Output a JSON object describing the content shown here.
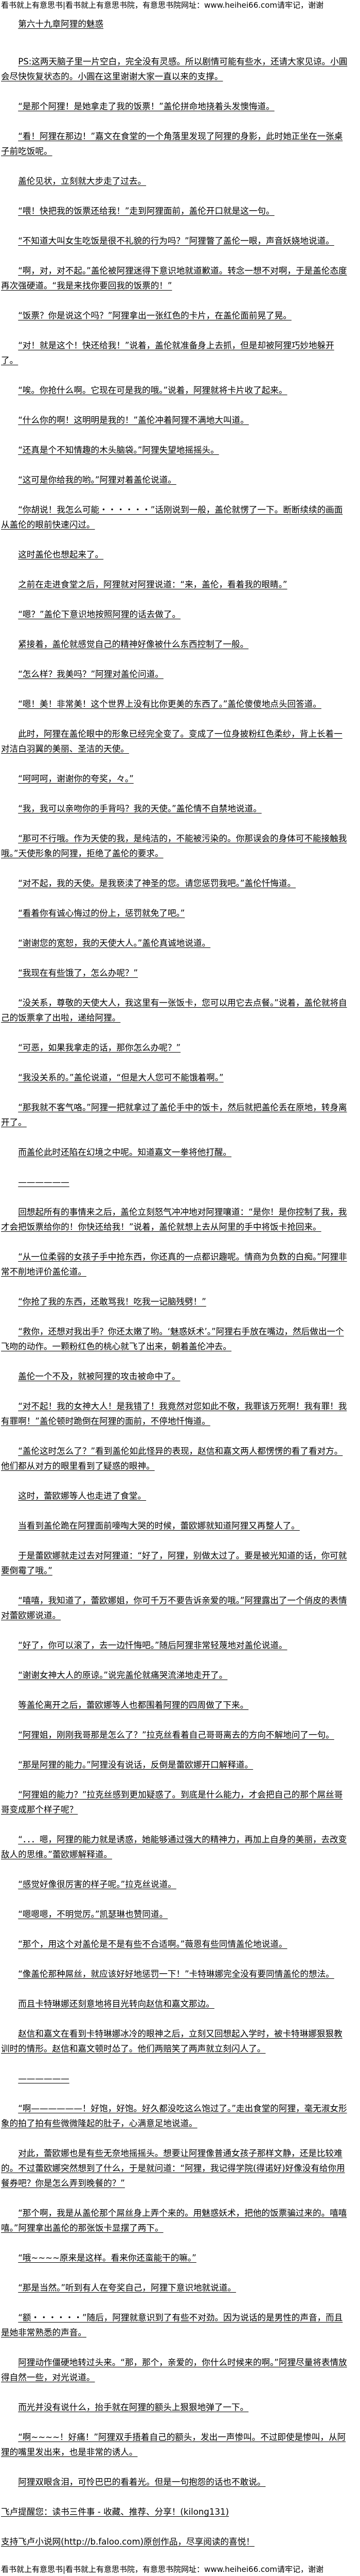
{
  "header_banner": "看书就上有意思书|看书就上有意思书院，有意思书院网址：www.heihei66.com请牢记，谢谢",
  "chapter_title": "第六十九章阿狸的魅惑",
  "paragraphs": [
    "PS:这两天脑子里一片空白，完全没有灵感。所以剧情可能有些水，还请大家见谅。小圓会尽快恢复状态的。小圓在这里谢谢大家一直以来的支撑。",
    "“是那个阿狸！是她拿走了我的饭票！”盖伦拼命地挠着头发懊悔道。",
    "“看！阿狸在那边！”嘉文在食堂的一个角落里发现了阿狸的身影，此时她正坐在一张桌子前吃饭呢。",
    "盖伦见状，立刻就大步走了过去。",
    "“喂！快把我的饭票还给我！”走到阿狸面前，盖伦开口就是这一句。",
    "“不知道大叫女生吃饭是很不礼貌的行为吗？”阿狸瞥了盖伦一眼，声音妖娆地说道。",
    "“啊，对，对不起。”盖伦被阿狸迷得下意识地就道歉道。转念一想不对啊，于是盖伦态度再次强硬道。“我是来找你要回我的饭票的！”",
    "“饭票？你是说这个吗？”阿狸拿出一张红色的卡片，在盖伦面前晃了晃。",
    "“对！就是这个！快还给我！”说着，盖伦就准备身上去抓，但是却被阿狸巧妙地躲开了。",
    "“唉。你抢什么啊。它现在可是我的哦。”说着，阿狸就将卡片收了起来。",
    "“什么你的啊！这明明是我的！”盖伦冲着阿狸不满地大叫道。",
    "“还真是个不知情趣的木头脑袋。”阿狸失望地摇摇头。",
    "“这可是你给我的哟。”阿狸对着盖伦说道。",
    "“你胡说！我怎么可能・・・・・・”话刚说到一般，盖伦就愣了一下。断断续续的画面从盖伦的眼前快速闪过。",
    "这时盖伦也想起来了。",
    "之前在走进食堂之后，阿狸就对阿狸说道：“来，盖伦，看着我的眼睛。”",
    "“嗯？”盖伦下意识地按照阿狸的话去做了。",
    "紧接着，盖伦就感觉自己的精神好像被什么东西控制了一般。",
    "“怎么样？我美吗？”阿狸对盖伦问道。",
    "“嗯！美！非常美！这个世界上没有比你更美的东西了。”盖伦傻傻地点头回答道。",
    "此时，阿狸在盖伦眼中的形象已经完全变了。变成了一位身披粉红色柔纱，背上长着一对洁白羽翼的美丽、圣洁的天使。",
    "“呵呵呵，谢谢你的夸奖，々。”",
    "“我，我可以亲吻你的手背吗？我的天使。”盖伦情不自禁地说道。",
    "“那可不行哦。作为天使的我，是纯洁的，不能被污染的。你那误会的身体可不能接触我哦。”天使形象的阿狸，拒绝了盖伦的要求。",
    "“对不起，我的天使。是我亵渎了神圣的您。请您惩罚我吧。”盖伦忏悔道。",
    "“看着你有诚心悔过的份上，惩罚就免了吧。”",
    "“谢谢您的宽恕，我的天使大人。”盖伦真诚地说道。",
    "“我现在有些饿了，怎么办呢？”",
    "“没关系，尊敬的天使大人，我这里有一张饭卡，您可以用它去点餐。”说着，盖伦就将自己的饭票拿了出啦，递给阿狸。",
    "“可恶，如果我拿走的话，那你怎么办呢？”",
    "“我没关系的。”盖伦说道，“但是大人您可不能饿着啊。”",
    "“那我就不客气咯。”阿狸一把就拿过了盖伦手中的饭卡，然后就把盖伦丢在原地，转身离开了。",
    "而盖伦此时还陷在幻境之中呢。知道嘉文一拳将他打醒。",
    "——————",
    "回想起所有的事情来之后，盖伦立刻怒气冲冲地对阿狸嚷道：“是你！是你控制了我，我才会把饭票给你的！你快还给我！”说着，盖伦就想上去从阿里的手中将饭卡抢回来。",
    "“从一位柔弱的女孩子手中抢东西，你还真的一点都识趣呢。情商为负数的白痴。”阿狸非常不削地评价盖伦道。",
    "“你抢了我的东西，还敢骂我！吃我一记脑残劈！”",
    "“救你，还想对我出手？你还太嫩了哟。‘魅惑妖术’。”阿狸右手放在嘴边，然后做出一个飞吻的动作。一颗粉红色的桃心就飞了出来，朝着盖伦冲去。",
    "盖伦一个不及，就被阿狸的攻击被命中了。",
    "“对不起！我的女神大人！是我错了！我竟然对您如此不敬，我罪该万死啊！我有罪！我有罪啊！”盖伦顿时跪倒在阿狸的面前，不停地忏悔道。",
    "“盖伦这时怎么了？”看到盖伦如此怪异的表现，赵信和嘉文两人都愣愣的看了看对方。他们都从对方的眼里看到了疑惑的眼神。",
    "这时，蕾欧娜等人也走进了食堂。",
    "当看到盖伦跪在阿狸面前嚎啕大哭的时候，蕾欧娜就知道阿狸又再整人了。",
    "于是蕾欧娜就走过去对阿狸道：“好了，阿狸，别做太过了。要是被光知道的话，你可就要倒霉了哦。”",
    "“嘻嘻，我知道了，蕾欧娜姐，你可千万不要告诉亲爱的哦。”阿狸露出了一个俏皮的表情对蕾欧娜说道。",
    "“好了，你可以滚了，去一边忏悔吧。”随后阿狸非常轻蔑地对盖伦说道。",
    "“谢谢女神大人的原谅。”说完盖伦就痛哭流涕地走开了。",
    "等盖伦离开之后，蕾欧娜等人也都围着阿狸的四周做了下来。",
    "“阿狸姐，刚刚我哥那是怎么了？”拉克丝看着自己哥哥离去的方向不解地问了一句。",
    "“那是阿狸的能力。”阿狸没有说话，反倒是蕾欧娜开口解释道。",
    "“阿狸姐的能力？”拉克丝感到更加疑惑了。到底是什么能力，才会把自己的那个屌丝哥哥变成那个样子呢？",
    "“．．．嗯，阿狸的能力就是诱惑，她能够通过强大的精神力，再加上自身的美丽，去改变敌人的思维。”蕾欧娜解释道。",
    "“感觉好像很厉害的样子呢。”拉克丝说道。",
    "“嗯嗯嗯，不明觉厉。”凯瑟琳也赞同道。",
    "“那个，用这个对盖伦是不是有些不合适啊。”薇恩有些同情盖伦地说道。",
    "“像盖伦那种屌丝，就应该好好地惩罚一下！”卡特琳娜完全没有要同情盖伦的想法。",
    "而且卡特琳娜还刻意地将目光转向赵信和嘉文那边。",
    "赵信和嘉文在看到卡特琳娜冰冷的眼神之后，立刻又回想起入学时，被卡特琳娜狠狠教训时的情形。赵信和嘉文顿时怂了。他们两赔笑了两声就立刻闪人了。",
    "——————",
    "“啊——————！好饱，好饱。好久都没吃这么饱过了。”走出食堂的阿狸，毫无淑女形象的拍了拍有些微微隆起的肚子，心满意足地说道。",
    "对此，蕾欧娜也是有些无奈地摇摇头。想要让阿狸像普通女孩子那样文静，还是比较难的。不过蕾欧娜突然想到了什么，于是就问道：“阿狸，我记得学院(得诺好)好像没有给你用餐券吧？你是怎么弄到晚餐的？”",
    "“那个啊，我是从盖伦那个屌丝身上弄个来的。用魅惑妖术，把他的饭票骗过来的。嘻嘻嘻。”阿狸拿出盖伦的那张饭卡显摆了两下。",
    "“哦~~~~原来是这样。看来你还蛮能干的嘛。”",
    "“那是当然。”听到有人在夸奖自己，阿狸下意识地就说道。",
    "“额・・・・・・”随后，阿狸就意识到了有些不对劲。因为说话的是男性的声音，而且是她非常熟悉的声音。",
    "阿狸动作僵硬地转过头来。“那，那个，亲爱的，你什么时候来的啊。”阿狸尽量将表情放得自然一些，对光说道。",
    "而光并没有说什么，抬手就在阿狸的额头上狠狠地弹了一下。",
    "“啊~~~~！好痛！”阿狸双手捂着自己的额头，发出一声惨叫。不过即使是惨叫，从阿狸的嘴里发出来，也是非常的诱人。",
    "阿狸双眼含泪，可怜巴巴的看着光。但是一句抱怨的话也不敢说。"
  ],
  "footer_lines": [
    "飞卢提醒您：读书三件事 - 收藏、推荐、分享！(kilong131)",
    "支持飞卢小说网(http://b.faloo.com)原创作品，尽享阅读的喜悦！"
  ],
  "footer_banner": "看书就上有意思书|看书就上有意思书院，有意思书院网址：www.heihei66.com请牢记，谢谢"
}
